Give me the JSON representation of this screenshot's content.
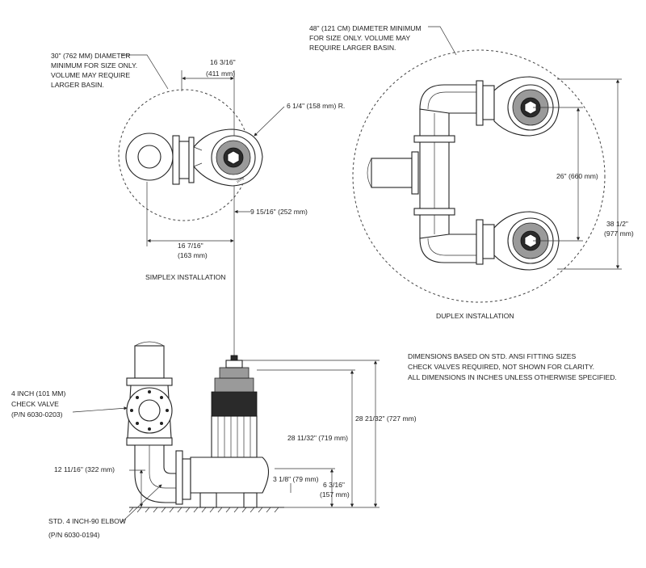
{
  "simplex": {
    "basin_note": [
      "30\" (762 MM) DIAMETER",
      "MINIMUM FOR SIZE ONLY.",
      "VOLUME MAY REQUIRE",
      "LARGER BASIN."
    ],
    "dim_top": [
      "16 3/16\"",
      "(411 mm)"
    ],
    "radius": "6 1/4\" (158 mm) R.",
    "dim_right": "9 15/16\" (252 mm)",
    "dim_bottom": [
      "16 7/16\"",
      "(163 mm)"
    ],
    "title": "SIMPLEX INSTALLATION"
  },
  "duplex": {
    "basin_note": [
      "48\" (121 CM) DIAMETER MINIMUM",
      "FOR SIZE ONLY. VOLUME MAY",
      "REQUIRE LARGER BASIN."
    ],
    "dim_inner": "26\" (660 mm)",
    "dim_outer": [
      "38 1/2\"",
      "(977 mm)"
    ],
    "title": "DUPLEX INSTALLATION"
  },
  "notes": [
    "DIMENSIONS BASED ON STD. ANSI FITTING SIZES",
    "CHECK VALVES REQUIRED, NOT SHOWN FOR CLARITY.",
    "ALL DIMENSIONS IN INCHES UNLESS OTHERWISE SPECIFIED."
  ],
  "elevation": {
    "check_valve": [
      "4 INCH (101 MM)",
      "CHECK VALVE",
      "(P/N 6030-0203)"
    ],
    "dim_left": "12  11/16\" (322 mm)",
    "elbow": [
      "STD. 4 INCH-90 ELBOW",
      "(P/N 6030-0194)"
    ],
    "dim_small": "3 1/8\" (79 mm)",
    "dim_six": [
      "6 3/16\"",
      "(157 mm)"
    ],
    "dim_mid": "28 11/32\" (719 mm)",
    "dim_tall": "28 21/32\" (727 mm)"
  }
}
